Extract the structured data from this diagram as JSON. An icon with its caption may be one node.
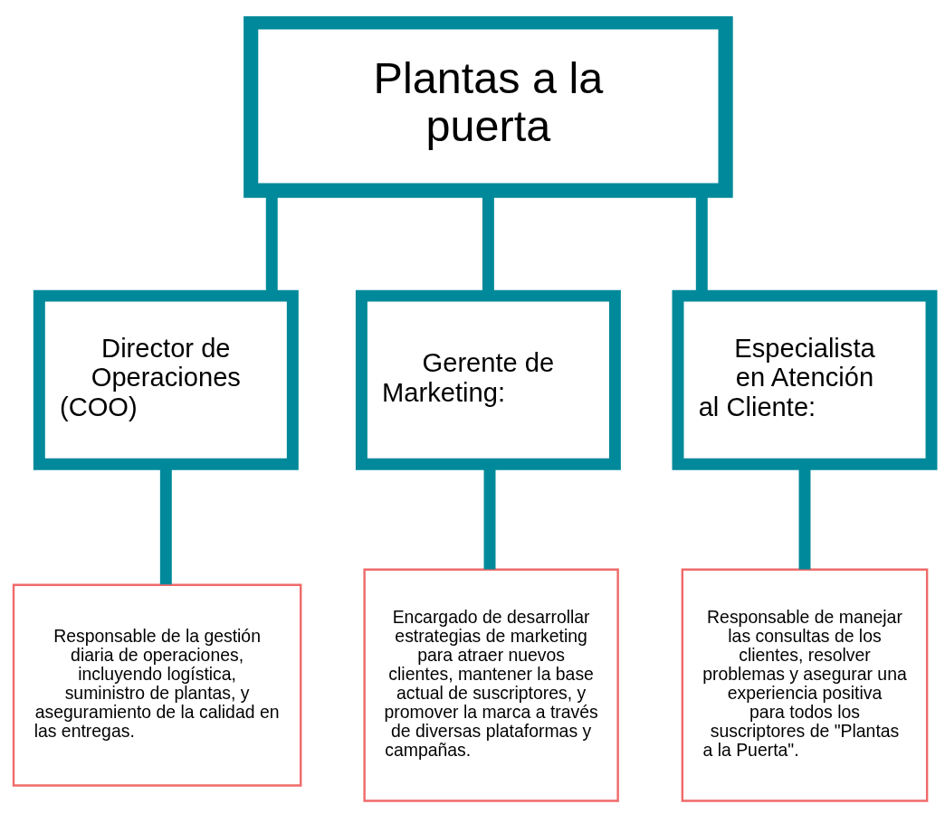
{
  "diagram": {
    "nodes": [
      {
        "text": [
          "Plantas a la puerta"
        ]
      },
      {
        "text": [
          "Director de Operaciones (COO)"
        ]
      },
      {
        "text": [
          "Gerente de Marketing:"
        ]
      },
      {
        "text": [
          "Especialista en Atención al Cliente:"
        ]
      },
      {
        "text": [
          "Responsable de la gestión diaria de operaciones, incluyendo logística, suministro de plantas, y aseguramiento de la calidad en las entregas."
        ]
      },
      {
        "text": [
          "Encargado de desarrollar estrategias de marketing para atraer nuevos clientes, mantener la base actual de suscriptores, y promover la marca a través de diversas plataformas y campañas."
        ]
      },
      {
        "text": [
          "Responsable de manejar las consultas de los clientes, resolver problemas y asegurar una experiencia positiva para todos los suscriptores de \"Plantas a la Puerta\"."
        ]
      }
    ],
    "edges": [
      {
        "from": 0,
        "to": 1,
        "arrow": "none"
      },
      {
        "from": 0,
        "to": 2,
        "arrow": "none"
      },
      {
        "from": 0,
        "to": 3,
        "arrow": "none"
      },
      {
        "from": 1,
        "to": 4,
        "arrow": "none"
      },
      {
        "from": 2,
        "to": 5,
        "arrow": "none"
      },
      {
        "from": 3,
        "to": 6,
        "arrow": "none"
      }
    ]
  }
}
